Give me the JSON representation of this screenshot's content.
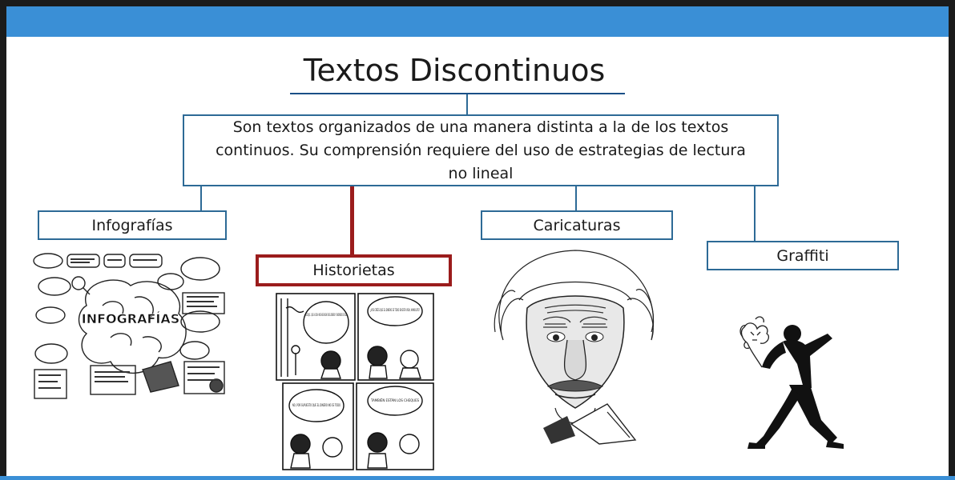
{
  "title": "Textos Discontinuos",
  "definition": "Son textos organizados de una manera distinta a la de los textos continuos. Su comprensión requiere del uso de estrategias de lectura no lineal",
  "categories": [
    {
      "label": "Infografías"
    },
    {
      "label": "Historietas"
    },
    {
      "label": "Caricaturas"
    },
    {
      "label": "Graffiti"
    }
  ],
  "infographic_label": "INFOGRAFÍAS",
  "comic_texts": [
    "QUÉ DIJO... QUE LA DICHA NO SABE HOGAR EN EL DINERO Y SIN DINERO ES FELIZ",
    "¿VOS CREÉS QUE EL DINERO ES TODO EN ESTA VIDA, MANOLITO?",
    "NO, POR SUPUESTO QUE EL DINERO NO ES TODO",
    "TAMBIÉN ESTÁN LOS CHEQUES"
  ],
  "colors": {
    "header": "#3a8fd6",
    "line": "#2d6a96",
    "highlight": "#9b1c1c"
  }
}
